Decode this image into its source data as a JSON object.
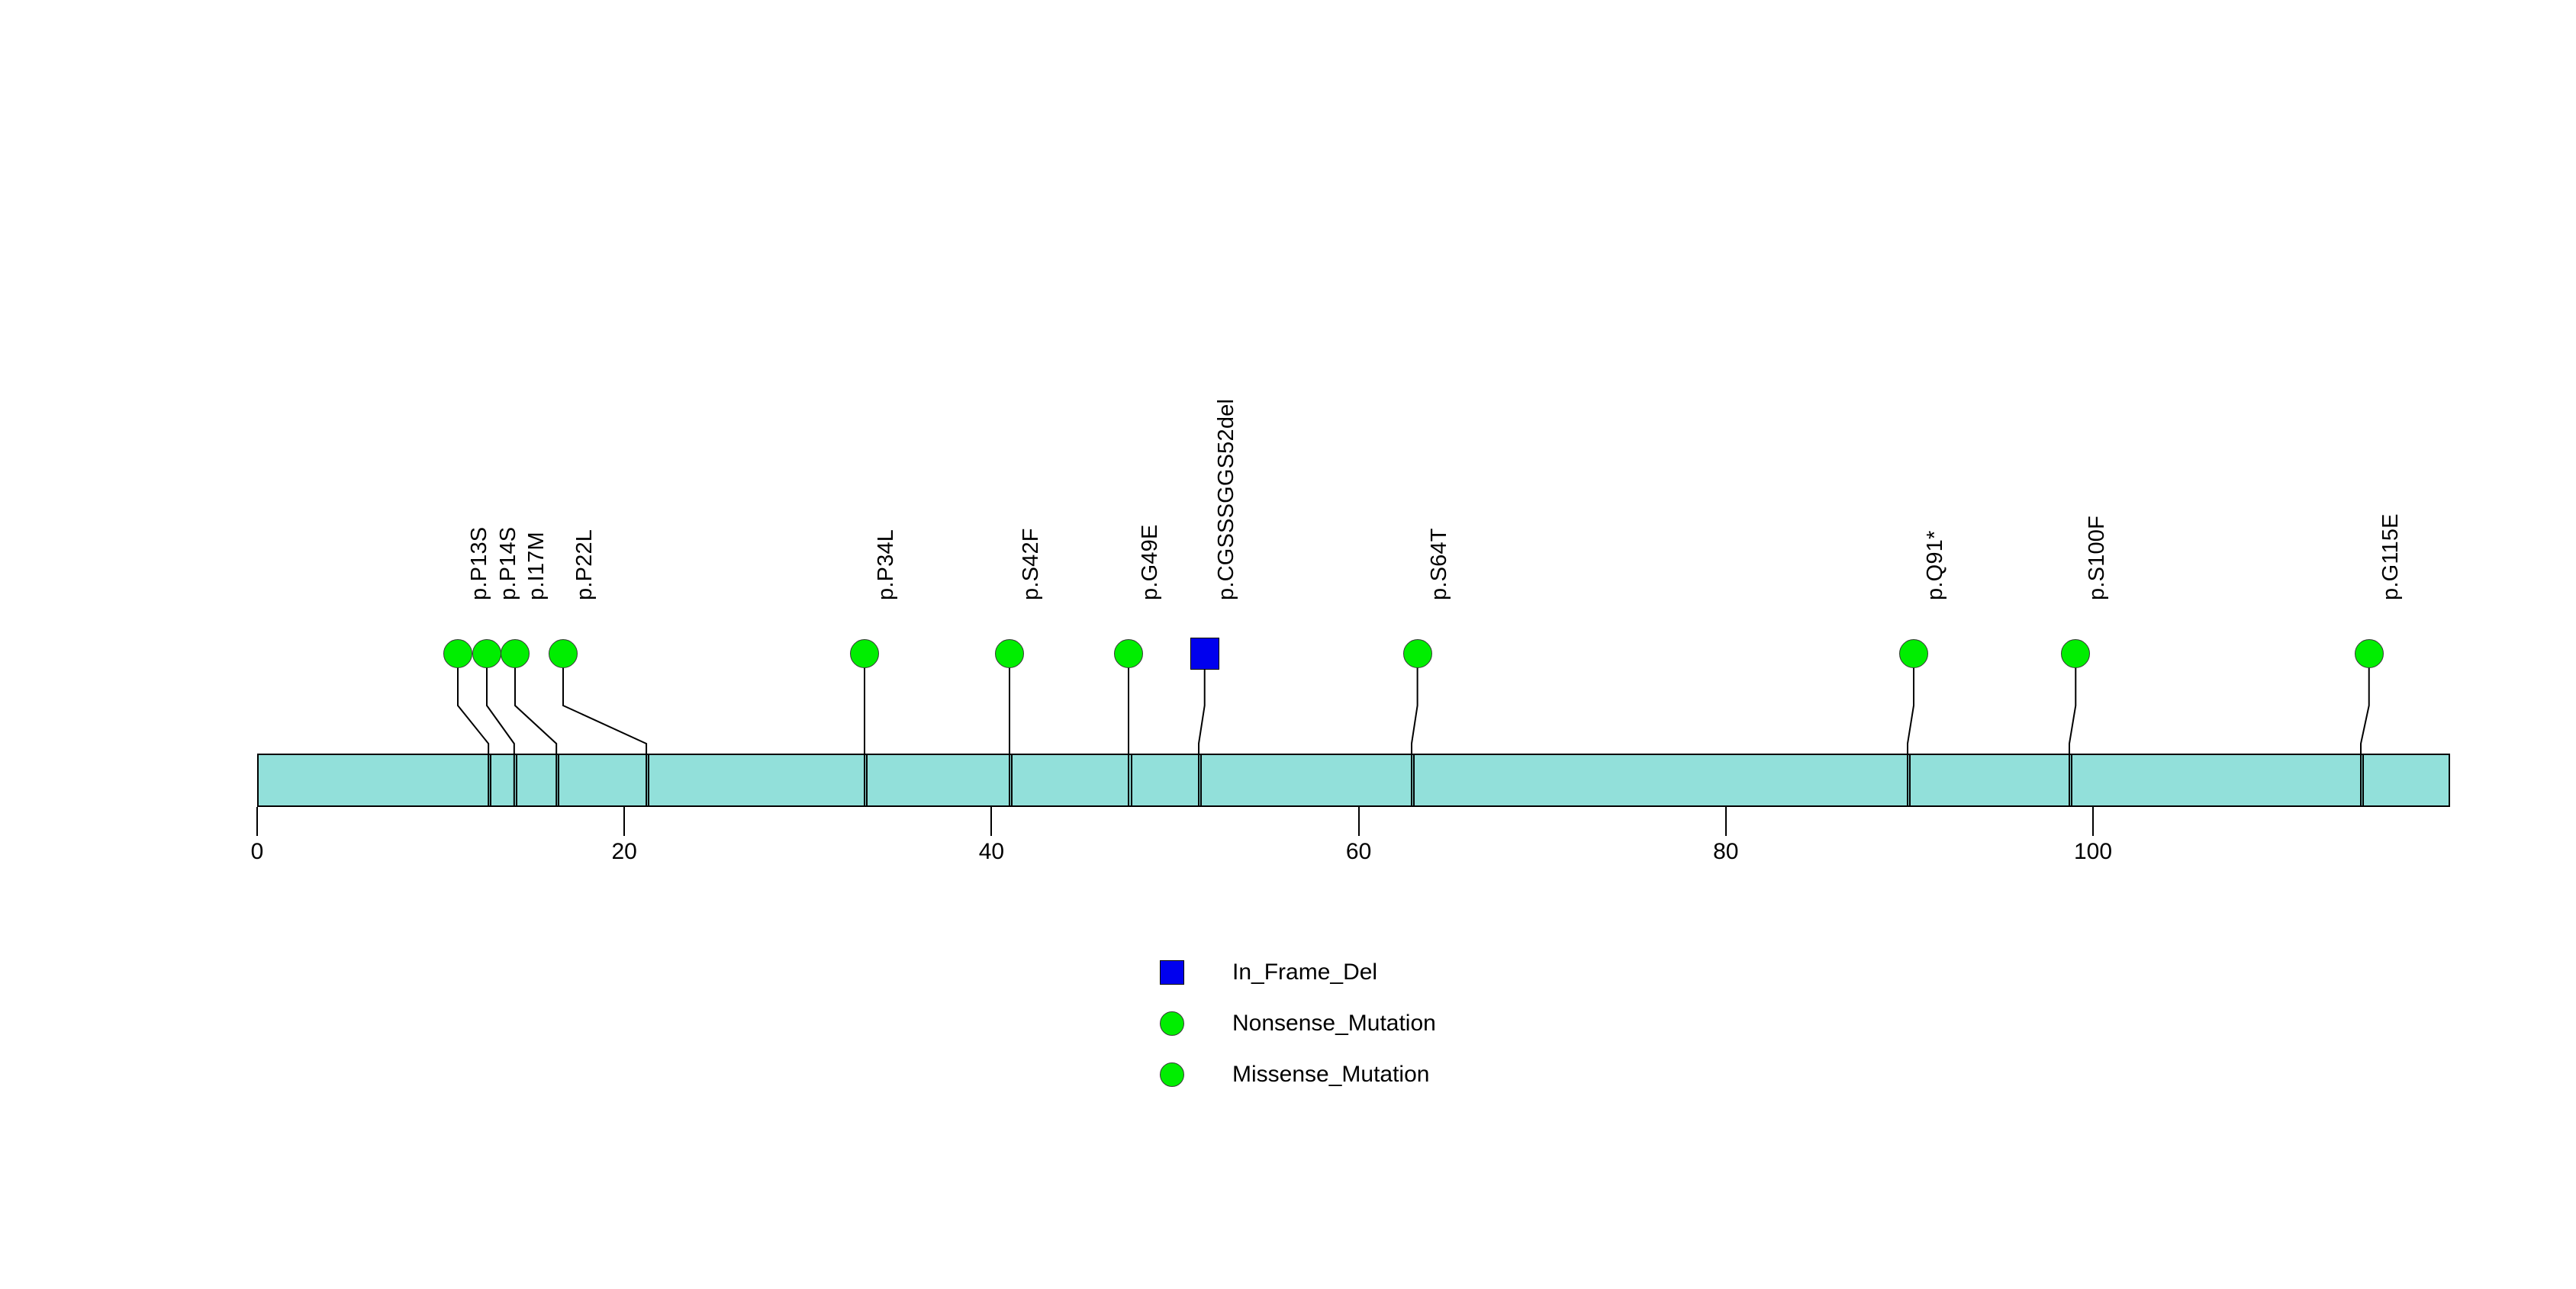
{
  "chart_data": {
    "type": "lollipop",
    "title": "",
    "xlabel": "",
    "ylabel": "",
    "xlim": [
      0,
      120
    ],
    "grid": false,
    "axis": {
      "ticks": [
        0,
        20,
        40,
        60,
        80,
        100
      ],
      "tick_labels": [
        "0",
        "20",
        "40",
        "60",
        "80",
        "100"
      ]
    },
    "protein": {
      "length": 120,
      "bar_color": "#92E0DA",
      "border_color": "#000000",
      "domain_boundaries": [
        12.6,
        14.0,
        16.3,
        21.2,
        33.1,
        41.0,
        47.5,
        51.3,
        62.9,
        89.9,
        98.7,
        114.6
      ]
    },
    "mutations": [
      {
        "label": "p.P13S",
        "position": 12.6,
        "marker": "circle",
        "color": "#00EE00",
        "type": "Missense_Mutation"
      },
      {
        "label": "p.P14S",
        "position": 14.0,
        "marker": "circle",
        "color": "#00EE00",
        "type": "Missense_Mutation"
      },
      {
        "label": "p.I17M",
        "position": 16.3,
        "marker": "circle",
        "color": "#00EE00",
        "type": "Missense_Mutation"
      },
      {
        "label": "p.P22L",
        "position": 21.2,
        "marker": "circle",
        "color": "#00EE00",
        "type": "Missense_Mutation"
      },
      {
        "label": "p.P34L",
        "position": 33.1,
        "marker": "circle",
        "color": "#00EE00",
        "type": "Missense_Mutation"
      },
      {
        "label": "p.S42F",
        "position": 41.0,
        "marker": "circle",
        "color": "#00EE00",
        "type": "Missense_Mutation"
      },
      {
        "label": "p.G49E",
        "position": 47.5,
        "marker": "circle",
        "color": "#00EE00",
        "type": "Missense_Mutation"
      },
      {
        "label": "p.CGSSSGGS52del",
        "position": 51.3,
        "marker": "square",
        "color": "#0000EE",
        "type": "In_Frame_Del"
      },
      {
        "label": "p.S64T",
        "position": 62.9,
        "marker": "circle",
        "color": "#00EE00",
        "type": "Missense_Mutation"
      },
      {
        "label": "p.Q91*",
        "position": 89.9,
        "marker": "circle",
        "color": "#00EE00",
        "type": "Nonsense_Mutation"
      },
      {
        "label": "p.S100F",
        "position": 98.7,
        "marker": "circle",
        "color": "#00EE00",
        "type": "Missense_Mutation"
      },
      {
        "label": "p.G115E",
        "position": 114.6,
        "marker": "circle",
        "color": "#00EE00",
        "type": "Missense_Mutation"
      }
    ],
    "legend": {
      "position": "bottom-center",
      "entries": [
        {
          "label": "In_Frame_Del",
          "marker": "square",
          "color": "#0000EE"
        },
        {
          "label": "Nonsense_Mutation",
          "marker": "circle",
          "color": "#00EE00"
        },
        {
          "label": "Missense_Mutation",
          "marker": "circle",
          "color": "#00EE00"
        }
      ]
    }
  },
  "colors": {
    "background": "#ffffff",
    "protein_bar": "#92E0DA",
    "missense": "#00EE00",
    "nonsense": "#00EE00",
    "inframe_del": "#0000EE",
    "stroke": "#000000"
  }
}
